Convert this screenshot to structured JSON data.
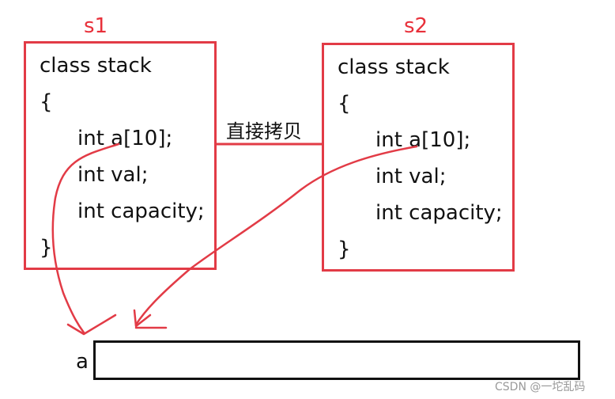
{
  "s1": {
    "label": "s1",
    "lines": [
      "class stack",
      "{",
      "int a[10];",
      "int val;",
      "int capacity;",
      "}"
    ]
  },
  "s2": {
    "label": "s2",
    "lines": [
      "class stack",
      "{",
      "int a[10];",
      "int val;",
      "int capacity;",
      "}"
    ]
  },
  "copy_label": "直接拷贝",
  "array_label": "a",
  "watermark": "CSDN @一坨乱码",
  "colors": {
    "box_border": "#e23b46",
    "label": "#e8303a",
    "arrow": "#e23b46",
    "text": "#111111"
  }
}
